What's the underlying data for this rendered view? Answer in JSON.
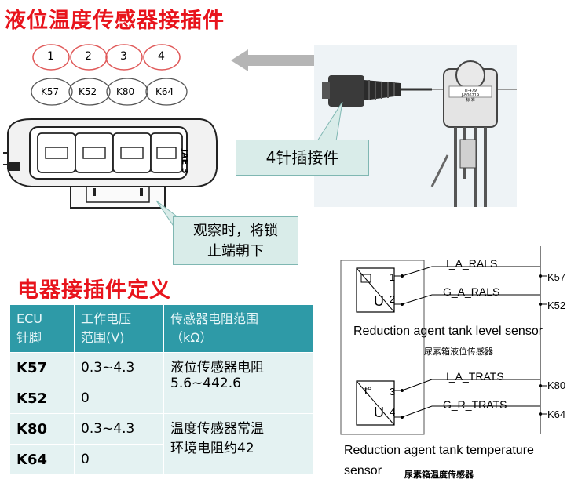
{
  "connector_title": "液位温度传感器接插件",
  "pin_numbers": [
    "1",
    "2",
    "3",
    "4"
  ],
  "pin_labels": [
    "K57",
    "K52",
    "K80",
    "K64"
  ],
  "callout_pins": "4针插接件",
  "callout_view": {
    "line1": "观察时，将锁",
    "line2": "止端朝下"
  },
  "connector_marking": "JAE 3",
  "sensor_label": {
    "line1": "TI-479",
    "line2": "J-806219",
    "line3": "标 准"
  },
  "definition_title": "电器接插件定义",
  "table": {
    "headers": [
      {
        "line1": "ECU",
        "line2": "针脚"
      },
      {
        "line1": "工作电压",
        "line2": "范围(V)"
      },
      {
        "line1": "传感器电阻范围",
        "line2": "（kΩ）"
      }
    ],
    "rows": [
      {
        "pin": "K57",
        "voltage": "0.3~4.3"
      },
      {
        "pin": "K52",
        "voltage": "0"
      },
      {
        "pin": "K80",
        "voltage": "0.3~4.3"
      },
      {
        "pin": "K64",
        "voltage": "0"
      }
    ],
    "resistance": [
      {
        "line1": "液位传感器电阻",
        "line2": "5.6~442.6"
      },
      {
        "line1": "温度传感器常温",
        "line2": "环境电阻约42"
      }
    ]
  },
  "circuit": {
    "level": {
      "signals": [
        "I_A_RALS",
        "G_A_RALS"
      ],
      "pins": [
        "1",
        "2"
      ],
      "terminals": [
        "K57",
        "K52"
      ],
      "symbol_letter": "U",
      "label_en": "Reduction agent tank level sensor",
      "label_cn": "尿素箱液位传感器"
    },
    "temp": {
      "signals": [
        "I_A_TRATS",
        "G_R_TRATS"
      ],
      "pins": [
        "3",
        "4"
      ],
      "terminals": [
        "K80",
        "K64"
      ],
      "symbol_top": "t°",
      "symbol_letter": "U",
      "label_en_line1": "Reduction agent tank temperature",
      "label_en_line2": "sensor",
      "label_cn": "尿素箱温度传感器"
    }
  },
  "colors": {
    "title_red": "#e8141c",
    "header_teal": "#2e9aa7",
    "cell_bg": "#e4f2f2",
    "callout_bg": "#d9ece9",
    "arrow_gray": "#b5b5b5"
  }
}
